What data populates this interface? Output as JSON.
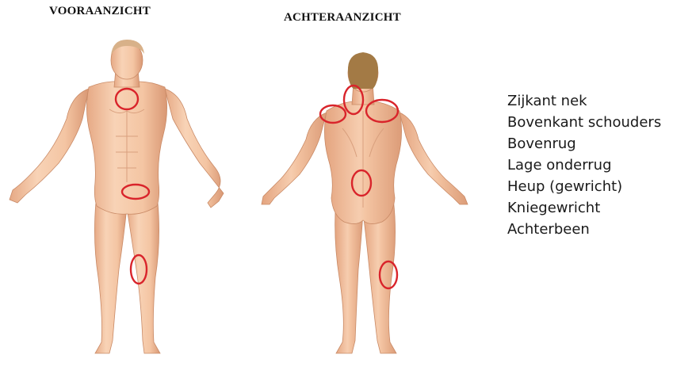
{
  "views": {
    "front_title": "VOORAANZICHT",
    "back_title": "ACHTERAANZICHT"
  },
  "legend": [
    "Zijkant nek",
    "Bovenkant schouders",
    "Bovenrug",
    "Lage onderrug",
    "Heup (gewricht)",
    "Kniegewricht",
    "Achterbeen"
  ],
  "colors": {
    "skin": "#f4c7a6",
    "skin_shadow": "#d99874",
    "hair_front": "#d8b189",
    "hair_back": "#a37a45",
    "marker": "#d9242b"
  }
}
